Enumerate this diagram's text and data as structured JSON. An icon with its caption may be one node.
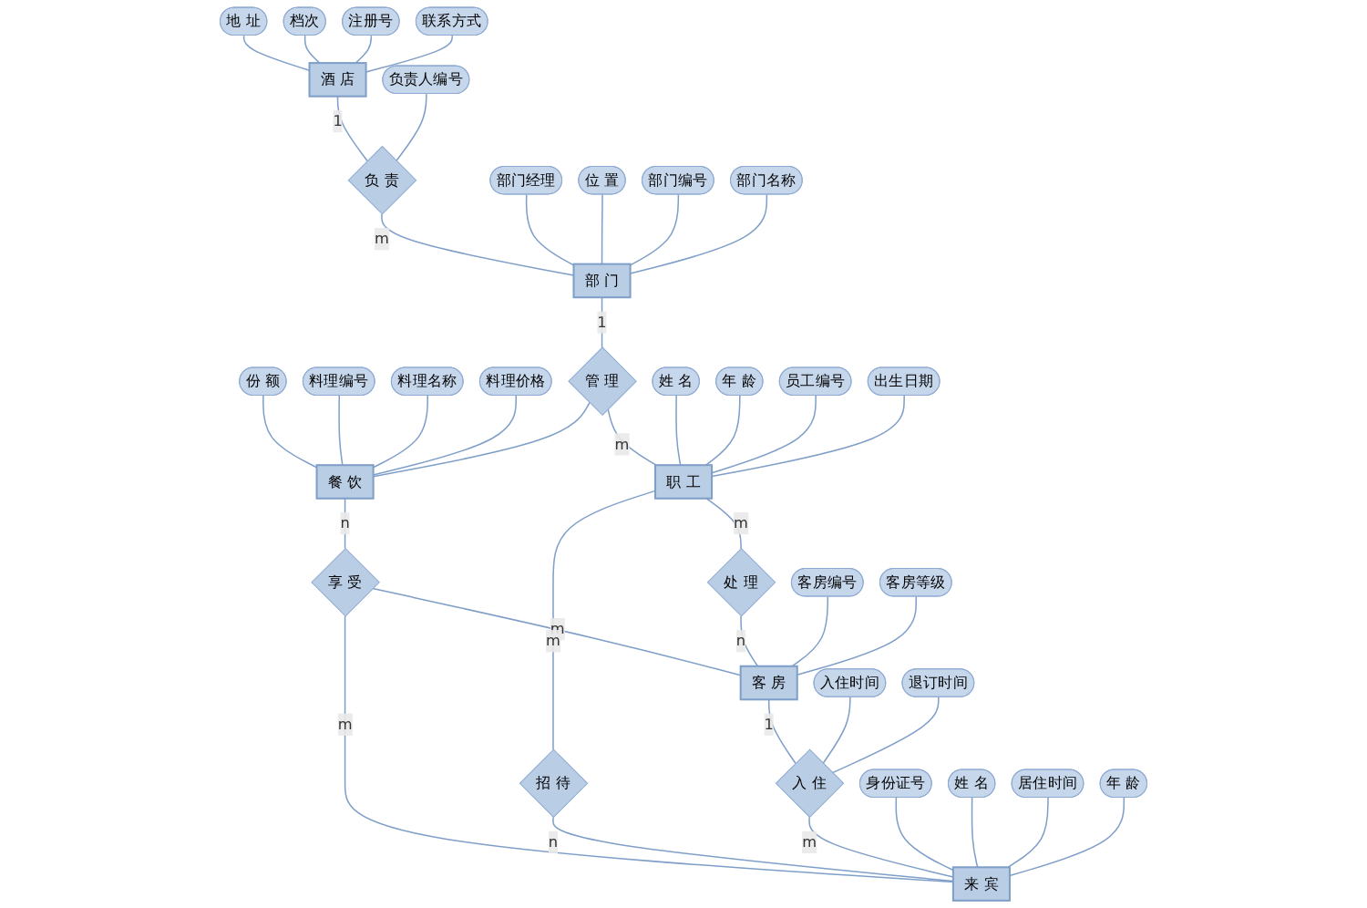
{
  "diagram": {
    "nodes": [
      {
        "text": [
          "酒 店"
        ]
      },
      {
        "text": [
          "地 址"
        ]
      },
      {
        "text": [
          "档次"
        ]
      },
      {
        "text": [
          "注册号"
        ]
      },
      {
        "text": [
          "联系方式"
        ]
      },
      {
        "text": [
          "负 责"
        ]
      },
      {
        "text": [
          "部门经理"
        ]
      },
      {
        "text": [
          "位 置"
        ]
      },
      {
        "text": [
          "部门编号"
        ]
      },
      {
        "text": [
          "部门名称"
        ]
      },
      {
        "text": [
          "部 门"
        ]
      },
      {
        "text": [
          "负责人编号"
        ]
      },
      {
        "text": [
          "份 额"
        ]
      },
      {
        "text": [
          "料理编号"
        ]
      },
      {
        "text": [
          "餐 饮"
        ]
      },
      {
        "text": [
          "料理名称"
        ]
      },
      {
        "text": [
          "料理价格"
        ]
      },
      {
        "text": [
          "管 理"
        ]
      },
      {
        "text": [
          "享 受"
        ]
      },
      {
        "text": [
          "姓 名"
        ]
      },
      {
        "text": [
          "年 龄"
        ]
      },
      {
        "text": [
          "员工编号"
        ]
      },
      {
        "text": [
          "职 工"
        ]
      },
      {
        "text": [
          "出生日期"
        ]
      },
      {
        "text": [
          "处 理"
        ]
      },
      {
        "text": [
          "客 房"
        ]
      },
      {
        "text": [
          "客房编号"
        ]
      },
      {
        "text": [
          "客房等级"
        ]
      },
      {
        "text": [
          "招 待"
        ]
      },
      {
        "text": [
          "入 住"
        ]
      },
      {
        "text": [
          "入住时间"
        ]
      },
      {
        "text": [
          "退订时间"
        ]
      },
      {
        "text": [
          "身份证号"
        ]
      },
      {
        "text": [
          "来 宾"
        ]
      },
      {
        "text": [
          "居住时间"
        ]
      },
      {
        "text": [
          "姓 名"
        ]
      },
      {
        "text": [
          "年 龄"
        ]
      }
    ],
    "edges": [
      {
        "from": 1,
        "to": 0,
        "arrow": "none"
      },
      {
        "from": 2,
        "to": 0,
        "arrow": "none"
      },
      {
        "from": 3,
        "to": 0,
        "arrow": "none"
      },
      {
        "from": 4,
        "to": 0,
        "arrow": "none"
      },
      {
        "from": 0,
        "to": 5,
        "label": "1",
        "arrow": "none"
      },
      {
        "from": 5,
        "to": 10,
        "label": "m",
        "arrow": "none"
      },
      {
        "from": 11,
        "to": 5,
        "arrow": "none"
      },
      {
        "from": 6,
        "to": 10,
        "arrow": "none"
      },
      {
        "from": 7,
        "to": 10,
        "arrow": "none"
      },
      {
        "from": 8,
        "to": 10,
        "arrow": "none"
      },
      {
        "from": 9,
        "to": 10,
        "arrow": "none"
      },
      {
        "from": 12,
        "to": 14,
        "arrow": "none"
      },
      {
        "from": 13,
        "to": 14,
        "arrow": "none"
      },
      {
        "from": 15,
        "to": 14,
        "arrow": "none"
      },
      {
        "from": 16,
        "to": 14,
        "arrow": "none"
      },
      {
        "from": 10,
        "to": 17,
        "label": "1",
        "arrow": "none"
      },
      {
        "from": 17,
        "to": 14,
        "arrow": "none"
      },
      {
        "from": 17,
        "to": 22,
        "label": "m",
        "arrow": "none"
      },
      {
        "from": 14,
        "to": 18,
        "label": "n",
        "arrow": "none"
      },
      {
        "from": 18,
        "to": 25,
        "label": "m",
        "arrow": "none"
      },
      {
        "from": 18,
        "to": 33,
        "label": "m",
        "arrow": "none"
      },
      {
        "from": 19,
        "to": 22,
        "arrow": "none"
      },
      {
        "from": 20,
        "to": 22,
        "arrow": "none"
      },
      {
        "from": 21,
        "to": 22,
        "arrow": "none"
      },
      {
        "from": 23,
        "to": 22,
        "arrow": "none"
      },
      {
        "from": 22,
        "to": 24,
        "label": "m",
        "arrow": "none"
      },
      {
        "from": 24,
        "to": 25,
        "label": "n",
        "arrow": "none"
      },
      {
        "from": 26,
        "to": 25,
        "arrow": "none"
      },
      {
        "from": 27,
        "to": 25,
        "arrow": "none"
      },
      {
        "from": 22,
        "to": 28,
        "label": "m",
        "arrow": "none"
      },
      {
        "from": 28,
        "to": 33,
        "label": "n",
        "arrow": "none"
      },
      {
        "from": 25,
        "to": 29,
        "label": "1",
        "arrow": "none"
      },
      {
        "from": 29,
        "to": 33,
        "label": "m",
        "arrow": "none"
      },
      {
        "from": 30,
        "to": 29,
        "arrow": "none"
      },
      {
        "from": 31,
        "to": 29,
        "arrow": "none"
      },
      {
        "from": 32,
        "to": 33,
        "arrow": "none"
      },
      {
        "from": 35,
        "to": 33,
        "arrow": "none"
      },
      {
        "from": 34,
        "to": 33,
        "arrow": "none"
      },
      {
        "from": 36,
        "to": 33,
        "arrow": "none"
      }
    ]
  }
}
